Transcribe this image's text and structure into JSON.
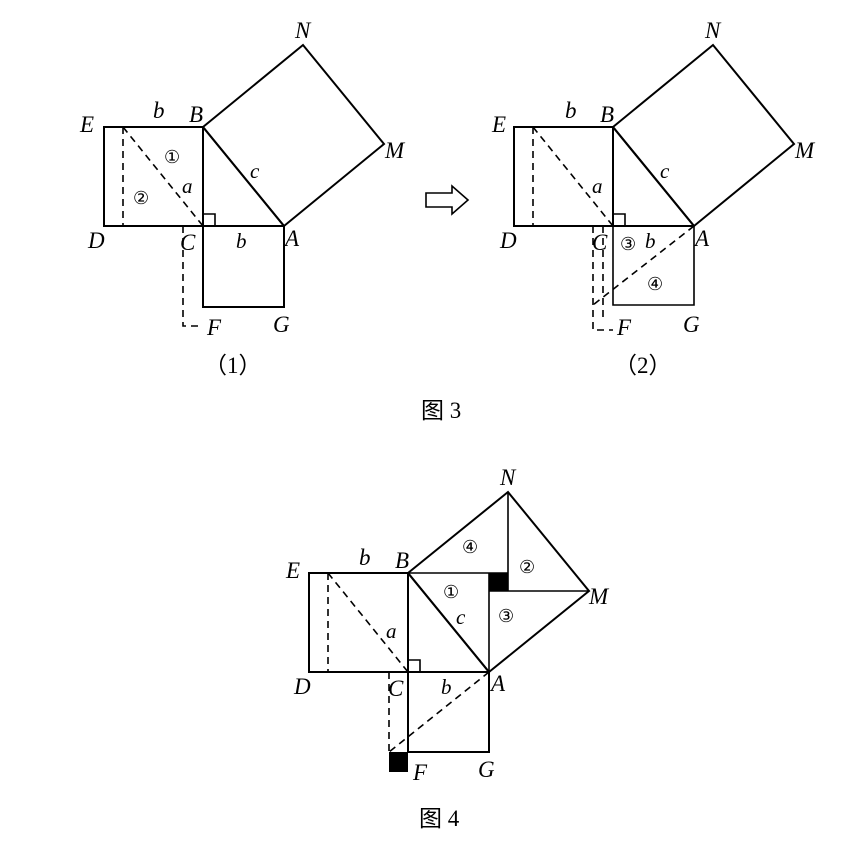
{
  "vertex_labels": {
    "E": "E",
    "B": "B",
    "N": "N",
    "M": "M",
    "D": "D",
    "C": "C",
    "A": "A",
    "F": "F",
    "G": "G"
  },
  "side_labels": {
    "a": "a",
    "b": "b",
    "c": "c"
  },
  "region_numbers": [
    "①",
    "②",
    "③",
    "④"
  ],
  "sub_captions": {
    "fig1": "（1）",
    "fig2": "（2）"
  },
  "figure_captions": {
    "fig3": "图 3",
    "fig4": "图 4"
  }
}
